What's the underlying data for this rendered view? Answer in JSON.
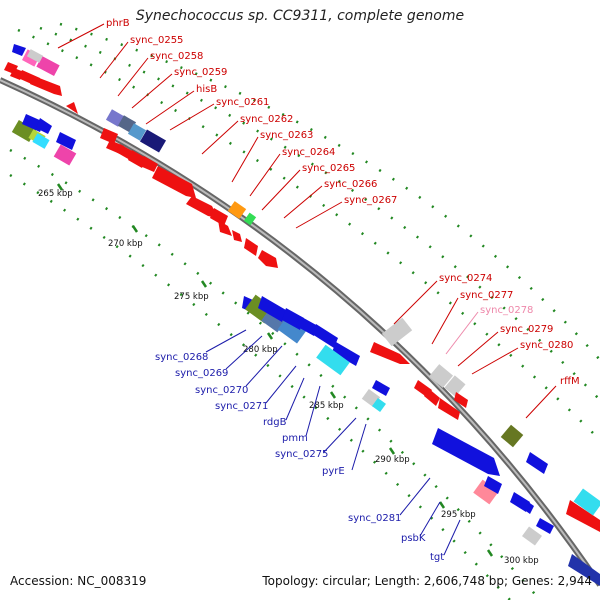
{
  "title": "Synechococcus sp. CC9311, complete genome",
  "footer": {
    "accession": "Accession: NC_008319",
    "summary": "Topology: circular; Length: 2,606,748 bp; Genes: 2,944"
  },
  "scale_labels": [
    "265 kbp",
    "270 kbp",
    "275 kbp",
    "280 kbp",
    "285 kbp",
    "290 kbp",
    "295 kbp",
    "300 kbp"
  ],
  "forward_gene_labels": [
    "phrB",
    "sync_0255",
    "sync_0258",
    "sync_0259",
    "hisB",
    "sync_0261",
    "sync_0262",
    "sync_0263",
    "sync_0264",
    "sync_0265",
    "sync_0266",
    "sync_0267",
    "sync_0274",
    "sync_0277",
    "sync_0278",
    "sync_0279",
    "sync_0280",
    "rffM"
  ],
  "reverse_gene_labels": [
    "sync_0268",
    "sync_0269",
    "sync_0270",
    "sync_0271",
    "rdgB",
    "pmm",
    "sync_0275",
    "pyrE",
    "sync_0281",
    "psbK",
    "tgt"
  ],
  "colors": {
    "forward": "#ee1111",
    "reverse": "#1111dd",
    "label_forward": "#cc0000",
    "label_reverse": "#1c1caa",
    "label_pseudo": "#ee88aa",
    "backbone": "#888888",
    "dots": "#228822"
  }
}
